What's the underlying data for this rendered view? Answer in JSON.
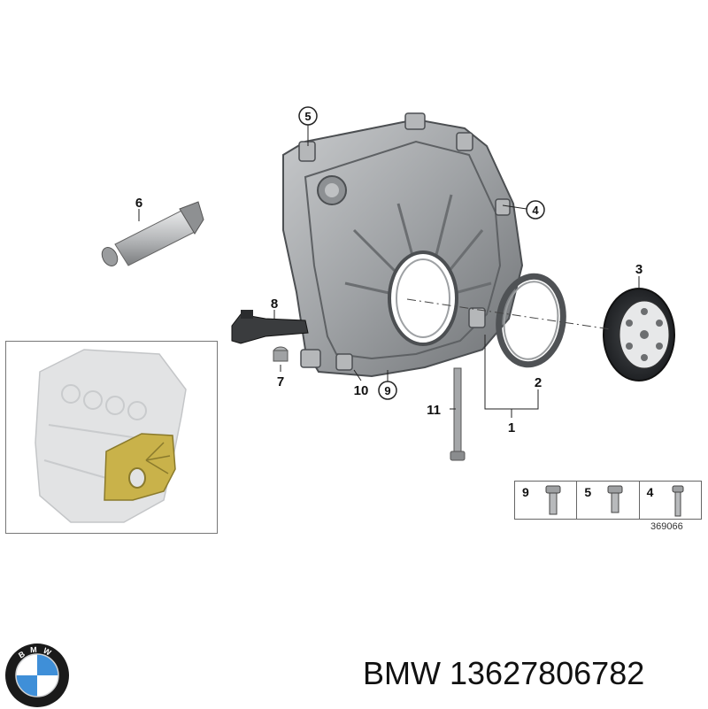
{
  "callouts": {
    "c1": "1",
    "c2": "2",
    "c3": "3",
    "c4": "4",
    "c5": "5",
    "c6": "6",
    "c7": "7",
    "c8": "8",
    "c9": "9",
    "c10": "10",
    "c11": "11"
  },
  "hardware_table": [
    {
      "num": "9"
    },
    {
      "num": "5"
    },
    {
      "num": "4"
    }
  ],
  "reference_number": "369066",
  "brand": {
    "name": "BMW",
    "part_number": "13627806782",
    "logo_text": "BMW"
  },
  "colors": {
    "cover_gray": "#9ea1a4",
    "cover_dark": "#5e6164",
    "highlight_gold": "#c9b24a",
    "logo_blue": "#3f8fd8",
    "logo_ring": "#1a1a1a"
  }
}
